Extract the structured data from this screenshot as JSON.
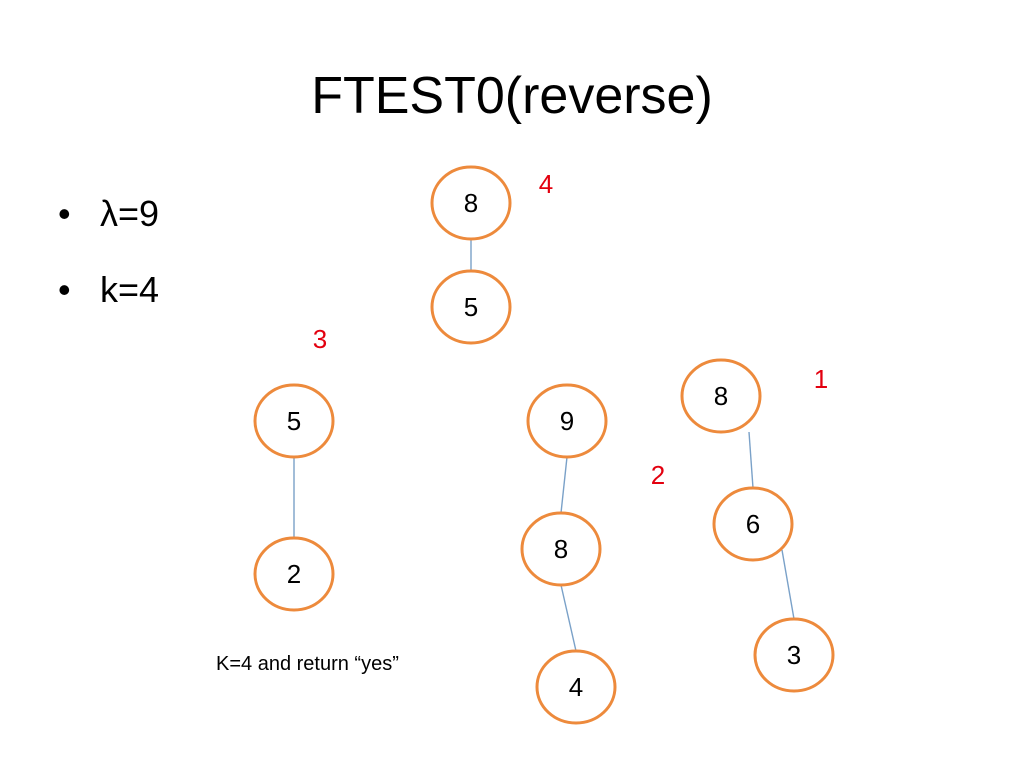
{
  "slide": {
    "title": "FTEST0(reverse)",
    "bullets": [
      "λ=9",
      "k=4"
    ],
    "note": "K=4 and return “yes”"
  },
  "diagram": {
    "colors": {
      "node_stroke": "#ed8a3c",
      "edge": "#7aa1c8",
      "rank_label": "#e3000f"
    },
    "trees": [
      {
        "id": "tree-a",
        "rank": "4",
        "nodes": [
          "8",
          "5"
        ]
      },
      {
        "id": "tree-b",
        "rank": "3",
        "nodes": [
          "5",
          "2"
        ]
      },
      {
        "id": "tree-c",
        "rank": "2",
        "nodes": [
          "9",
          "8",
          "4"
        ]
      },
      {
        "id": "tree-d",
        "rank": "1",
        "nodes": [
          "8",
          "6",
          "3"
        ]
      }
    ]
  }
}
